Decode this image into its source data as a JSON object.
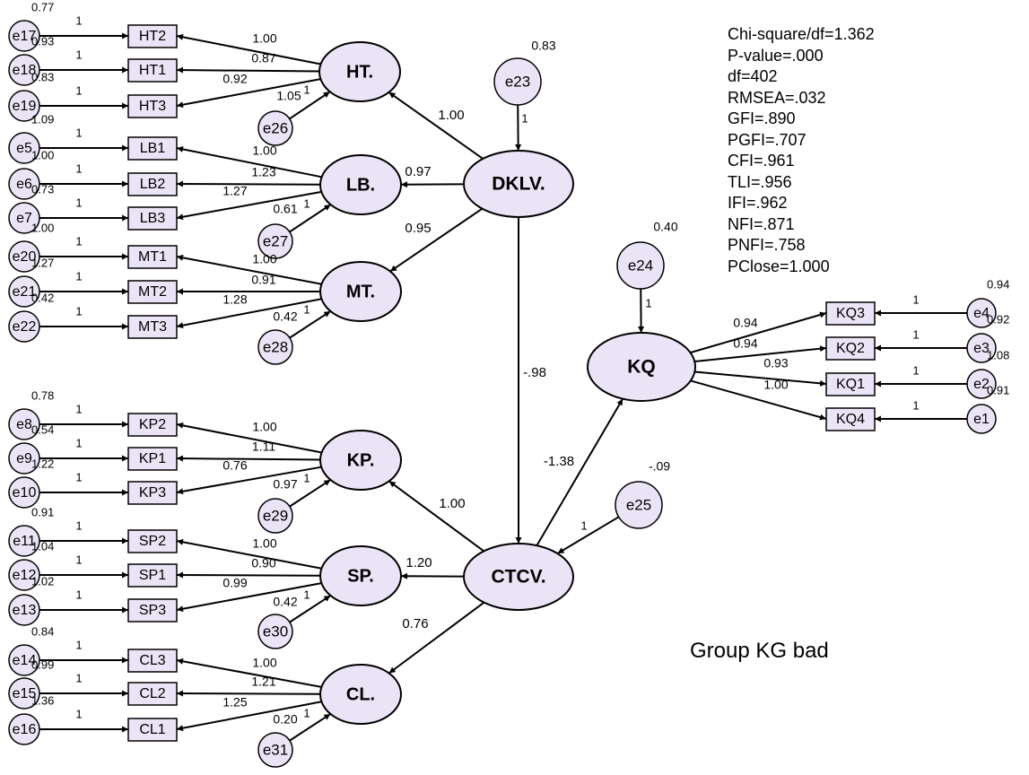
{
  "colors": {
    "fill": "#ebe4f6",
    "stroke": "#000000"
  },
  "group_title": "Group KG bad",
  "fit_stats": [
    "Chi-square/df=1.362",
    "P-value=.000",
    "df=402",
    "RMSEA=.032",
    "GFI=.890",
    "PGFI=.707",
    "CFI=.961",
    "TLI=.956",
    "IFI=.962",
    "NFI=.871",
    "PNFI=.758",
    "PClose=1.000"
  ],
  "latents": [
    {
      "id": "HT",
      "label": "HT."
    },
    {
      "id": "LB",
      "label": "LB."
    },
    {
      "id": "MT",
      "label": "MT."
    },
    {
      "id": "DKLV",
      "label": "DKLV."
    },
    {
      "id": "KP",
      "label": "KP."
    },
    {
      "id": "SP",
      "label": "SP."
    },
    {
      "id": "CL",
      "label": "CL."
    },
    {
      "id": "CTCV",
      "label": "CTCV."
    },
    {
      "id": "KQ",
      "label": "KQ"
    }
  ],
  "indicators": [
    {
      "label": "HT2",
      "error": "e17",
      "error_variance": "0.77",
      "error_path": "1",
      "loading": "1.00"
    },
    {
      "label": "HT1",
      "error": "e18",
      "error_variance": "0.93",
      "error_path": "1",
      "loading": "0.87"
    },
    {
      "label": "HT3",
      "error": "e19",
      "error_variance": "0.83",
      "error_path": "1",
      "loading": "0.92"
    },
    {
      "label": "LB1",
      "error": "e5",
      "error_variance": "1.09",
      "error_path": "1",
      "loading": "1.00"
    },
    {
      "label": "LB2",
      "error": "e6",
      "error_variance": "1.00",
      "error_path": "1",
      "loading": "1.23"
    },
    {
      "label": "LB3",
      "error": "e7",
      "error_variance": "0.73",
      "error_path": "1",
      "loading": "1.27"
    },
    {
      "label": "MT1",
      "error": "e20",
      "error_variance": "1.00",
      "error_path": "1",
      "loading": "1.00"
    },
    {
      "label": "MT2",
      "error": "e21",
      "error_variance": "1.27",
      "error_path": "1",
      "loading": "0.91"
    },
    {
      "label": "MT3",
      "error": "e22",
      "error_variance": "0.42",
      "error_path": "1",
      "loading": "1.28"
    },
    {
      "label": "KP2",
      "error": "e8",
      "error_variance": "0.78",
      "error_path": "1",
      "loading": "1.00"
    },
    {
      "label": "KP1",
      "error": "e9",
      "error_variance": "0.54",
      "error_path": "1",
      "loading": "1.11"
    },
    {
      "label": "KP3",
      "error": "e10",
      "error_variance": "1.22",
      "error_path": "1",
      "loading": "0.76"
    },
    {
      "label": "SP2",
      "error": "e11",
      "error_variance": "0.91",
      "error_path": "1",
      "loading": "1.00"
    },
    {
      "label": "SP1",
      "error": "e12",
      "error_variance": "1.04",
      "error_path": "1",
      "loading": "0.90"
    },
    {
      "label": "SP3",
      "error": "e13",
      "error_variance": "1.02",
      "error_path": "1",
      "loading": "0.99"
    },
    {
      "label": "CL3",
      "error": "e14",
      "error_variance": "0.84",
      "error_path": "1",
      "loading": "1.00"
    },
    {
      "label": "CL2",
      "error": "e15",
      "error_variance": "0.99",
      "error_path": "1",
      "loading": "1.21"
    },
    {
      "label": "CL1",
      "error": "e16",
      "error_variance": "1.36",
      "error_path": "1",
      "loading": "1.25"
    },
    {
      "label": "KQ3",
      "error": "e4",
      "error_variance": "0.94",
      "error_path": "1",
      "loading": "0.94"
    },
    {
      "label": "KQ2",
      "error": "e3",
      "error_variance": "0.92",
      "error_path": "1",
      "loading": "0.94"
    },
    {
      "label": "KQ1",
      "error": "e2",
      "error_variance": "1.08",
      "error_path": "1",
      "loading": "0.93"
    },
    {
      "label": "KQ4",
      "error": "e1",
      "error_variance": "0.91",
      "error_path": "1",
      "loading": "1.00"
    }
  ],
  "disturbances": [
    {
      "label": "e26",
      "variance": "1.05",
      "path": "1"
    },
    {
      "label": "e27",
      "variance": "0.61",
      "path": "1"
    },
    {
      "label": "e28",
      "variance": "0.42",
      "path": "1"
    },
    {
      "label": "e29",
      "variance": "0.97",
      "path": "1"
    },
    {
      "label": "e30",
      "variance": "0.42",
      "path": "1"
    },
    {
      "label": "e31",
      "variance": "0.20",
      "path": "1"
    },
    {
      "label": "e23",
      "variance": "0.83",
      "path": "1"
    },
    {
      "label": "e24",
      "variance": "0.40",
      "path": "1"
    },
    {
      "label": "e25",
      "variance": "-.09",
      "path": "1"
    }
  ],
  "structural": [
    {
      "from": "DKLV",
      "to": "HT",
      "value": "1.00"
    },
    {
      "from": "DKLV",
      "to": "LB",
      "value": "0.97"
    },
    {
      "from": "DKLV",
      "to": "MT",
      "value": "0.95"
    },
    {
      "from": "DKLV",
      "to": "CTCV",
      "value": "-.98"
    },
    {
      "from": "CTCV",
      "to": "KP",
      "value": "1.00"
    },
    {
      "from": "CTCV",
      "to": "SP",
      "value": "1.20"
    },
    {
      "from": "CTCV",
      "to": "CL",
      "value": "0.76"
    },
    {
      "from": "CTCV",
      "to": "KQ",
      "value": "-1.38"
    }
  ]
}
